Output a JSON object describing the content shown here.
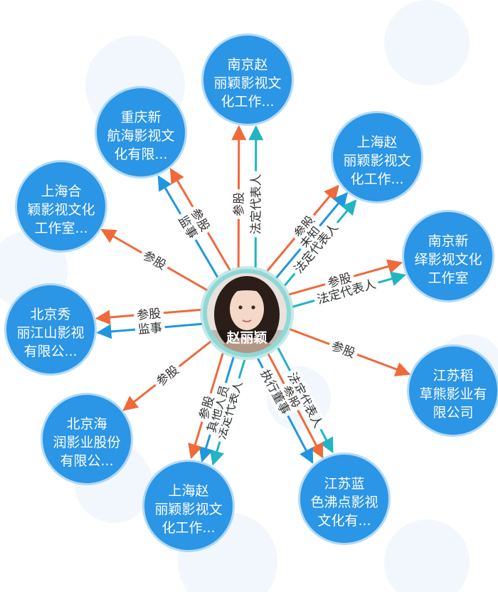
{
  "colors": {
    "node_fill": "#2b95e6",
    "node_stroke": "#7ec3ef",
    "center_ring": "#8fd8d6",
    "edge_share": "#ee6a3a",
    "edge_supervisor": "#2196e0",
    "edge_legal_rep": "#22b4c2",
    "edge_other": "#2196e0",
    "background": "#ffffff",
    "watermark": "#e6f0fa"
  },
  "center": {
    "name": "赵丽颖",
    "photo_icon": "person-photo"
  },
  "companies": [
    {
      "id": "nj_zly",
      "lines": [
        "南京赵",
        "丽颖影视文",
        "化工作..."
      ]
    },
    {
      "id": "cq_xhh",
      "lines": [
        "重庆新",
        "航海影视文",
        "化有限..."
      ]
    },
    {
      "id": "sh_zly1",
      "lines": [
        "上海赵",
        "丽颖影视文",
        "化工作..."
      ]
    },
    {
      "id": "sh_hy",
      "lines": [
        "上海合",
        "颖影视文化",
        "工作室..."
      ]
    },
    {
      "id": "nj_xy",
      "lines": [
        "南京新",
        "绎影视文化",
        "工作室"
      ]
    },
    {
      "id": "bj_xjs",
      "lines": [
        "北京秀",
        "丽江山影视",
        "有限公..."
      ]
    },
    {
      "id": "js_dx",
      "lines": [
        "江苏稻",
        "草熊影业有",
        "限公司"
      ]
    },
    {
      "id": "bj_hr",
      "lines": [
        "北京海",
        "润影业股份",
        "有限公..."
      ]
    },
    {
      "id": "sh_zly2",
      "lines": [
        "上海赵",
        "丽颖影视文",
        "化工作..."
      ]
    },
    {
      "id": "js_lse",
      "lines": [
        "江苏蓝",
        "色沸点影视",
        "文化有..."
      ]
    }
  ],
  "edges": [
    {
      "target": "nj_zly",
      "type": "share",
      "label": "参股"
    },
    {
      "target": "nj_zly",
      "type": "legal_rep",
      "label": "法定代表人"
    },
    {
      "target": "cq_xhh",
      "type": "supervisor",
      "label": "监事"
    },
    {
      "target": "cq_xhh",
      "type": "share",
      "label": "参股"
    },
    {
      "target": "sh_zly1",
      "type": "share",
      "label": "参股"
    },
    {
      "target": "sh_zly1",
      "type": "other",
      "label": "未知"
    },
    {
      "target": "sh_zly1",
      "type": "legal_rep",
      "label": "法定代表人"
    },
    {
      "target": "sh_hy",
      "type": "share",
      "label": "参股"
    },
    {
      "target": "nj_xy",
      "type": "share",
      "label": "参股"
    },
    {
      "target": "nj_xy",
      "type": "legal_rep",
      "label": "法定代表人"
    },
    {
      "target": "bj_xjs",
      "type": "supervisor",
      "label": "监事"
    },
    {
      "target": "bj_xjs",
      "type": "share",
      "label": "参股"
    },
    {
      "target": "js_dx",
      "type": "share",
      "label": "参股"
    },
    {
      "target": "bj_hr",
      "type": "share",
      "label": "参股"
    },
    {
      "target": "sh_zly2",
      "type": "legal_rep",
      "label": "法定代表人"
    },
    {
      "target": "sh_zly2",
      "type": "other",
      "label": "其他人员"
    },
    {
      "target": "sh_zly2",
      "type": "share",
      "label": "参股"
    },
    {
      "target": "js_lse",
      "type": "legal_rep",
      "label": "法定代表人"
    },
    {
      "target": "js_lse",
      "type": "share",
      "label": "参股"
    },
    {
      "target": "js_lse",
      "type": "other",
      "label": "执行董事"
    }
  ]
}
